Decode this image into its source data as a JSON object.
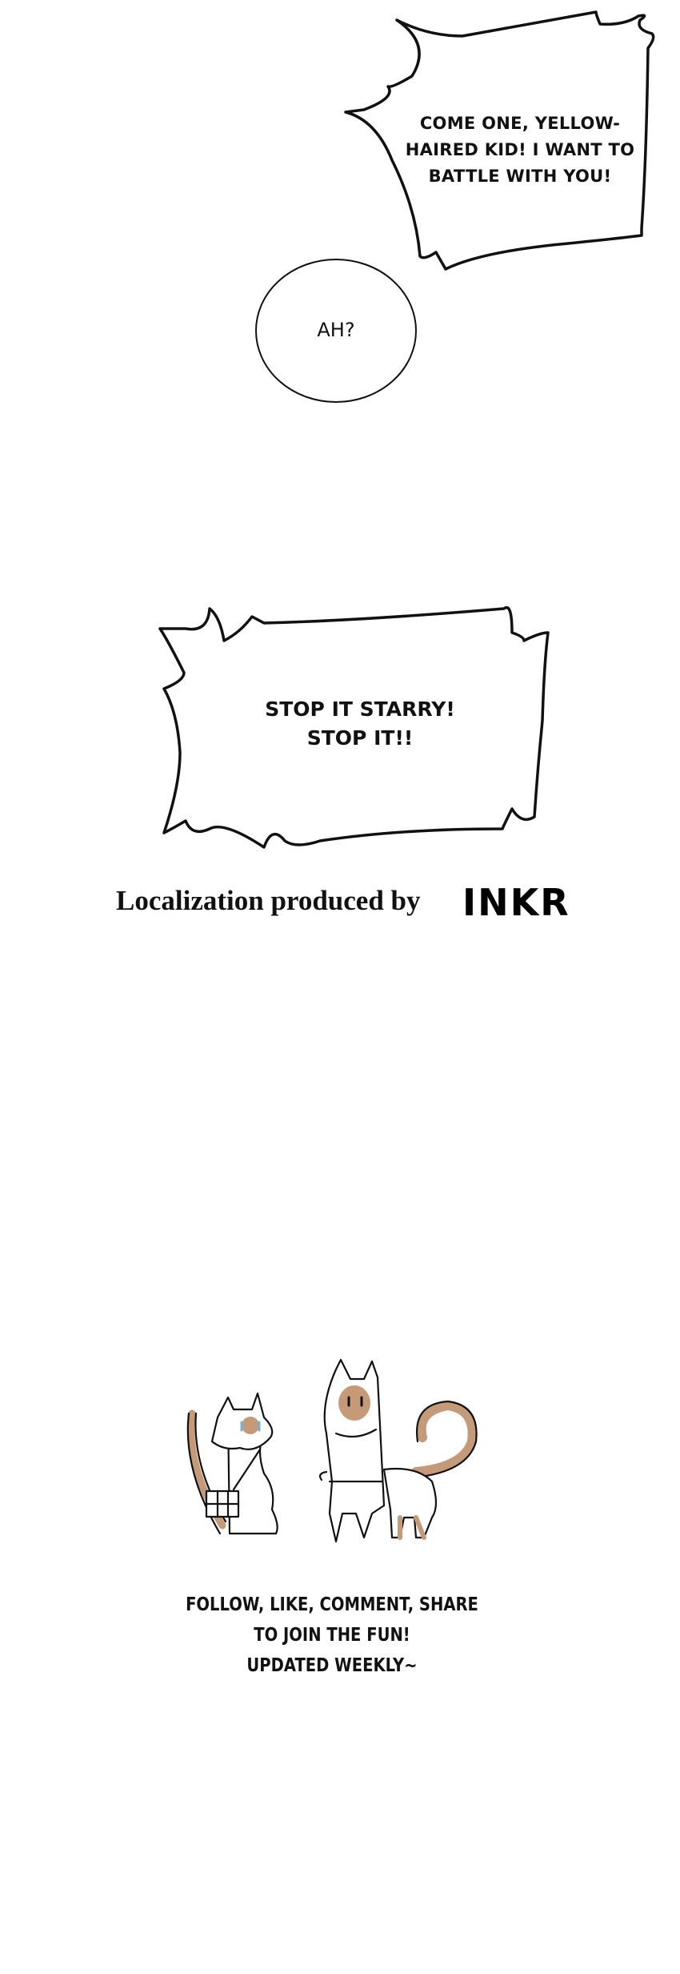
{
  "panels": {
    "bubble_1": {
      "text": "Come one, yellow-haired kid! I want to battle with you!"
    },
    "bubble_2": {
      "text": "Ah?"
    },
    "bubble_3": {
      "text_line1": "Stop it Starry!",
      "text_line2": "Stop it!!"
    }
  },
  "credit": {
    "text": "Localization produced by",
    "logo": "INKR"
  },
  "footer": {
    "line1": "FOLLOW, LIKE, COMMENT, SHARE",
    "line2": "TO JOIN THE FUN!",
    "line3": "UPDATED WEEKLY~"
  },
  "colors": {
    "ink": "#111111",
    "fur": "#c49a78",
    "tears": "#6fb4d8"
  }
}
